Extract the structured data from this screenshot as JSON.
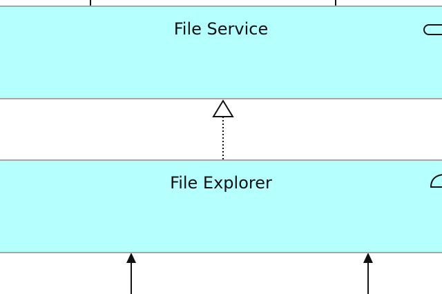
{
  "diagram": {
    "nodes": [
      {
        "id": "file-service",
        "label": "File Service",
        "kind": "application service",
        "icon": "service-icon"
      },
      {
        "id": "file-explorer",
        "label": "File Explorer",
        "kind": "application interface",
        "icon": "interface-icon"
      }
    ],
    "relations": [
      {
        "from": "file-explorer",
        "to": "file-service",
        "type": "realization"
      }
    ],
    "colors": {
      "node_fill": "#b5ffff",
      "node_border": "#a6a6a6",
      "line": "#111111"
    }
  }
}
